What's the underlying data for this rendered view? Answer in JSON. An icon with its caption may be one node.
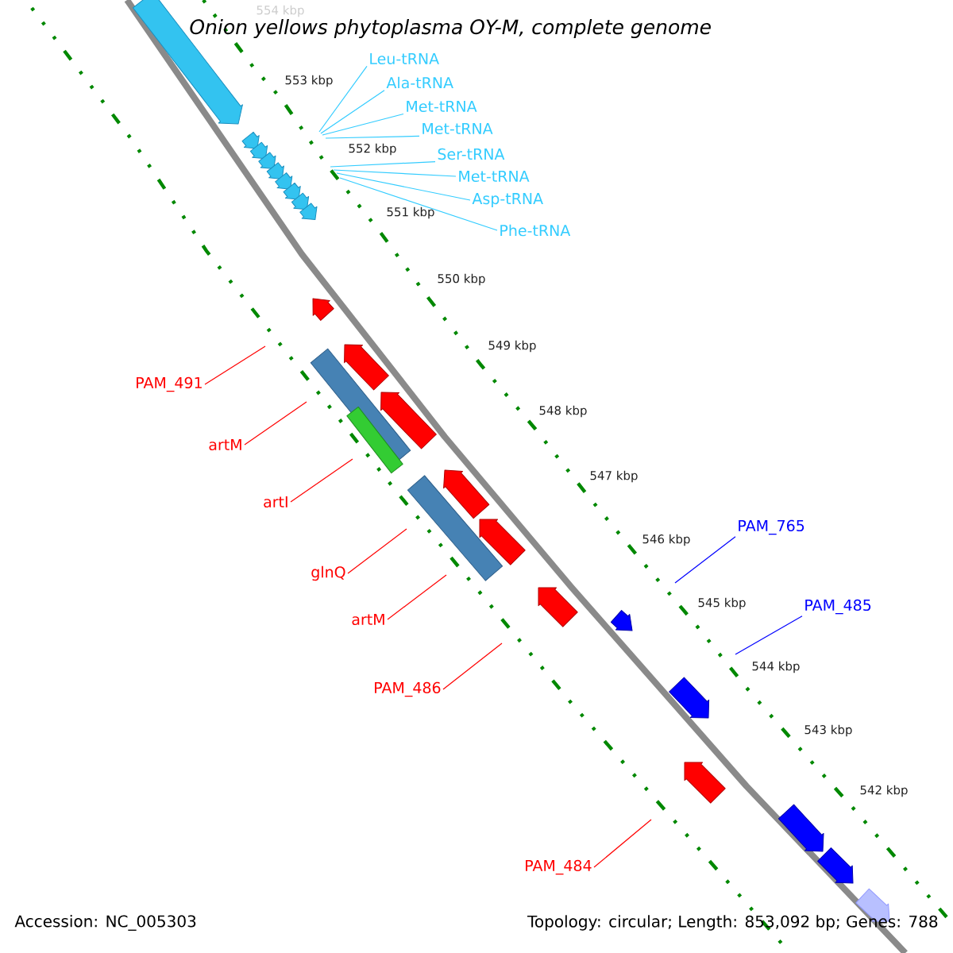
{
  "diagram": {
    "title": "Onion yellows phytoplasma OY-M, complete genome",
    "nodes": [
      {
        "text": [
          "Leu-tRNA"
        ]
      },
      {
        "text": [
          "Ala-tRNA"
        ]
      },
      {
        "text": [
          "Met-tRNA"
        ]
      },
      {
        "text": [
          "Met-tRNA"
        ]
      },
      {
        "text": [
          "Ser-tRNA"
        ]
      },
      {
        "text": [
          "Met-tRNA"
        ]
      },
      {
        "text": [
          "Asp-tRNA"
        ]
      },
      {
        "text": [
          "Phe-tRNA"
        ]
      },
      {
        "text": [
          "PAM_491"
        ]
      },
      {
        "text": [
          "artM"
        ]
      },
      {
        "text": [
          "artI"
        ]
      },
      {
        "text": [
          "glnQ"
        ]
      },
      {
        "text": [
          "artM"
        ]
      },
      {
        "text": [
          "PAM_486"
        ]
      },
      {
        "text": [
          "PAM_484"
        ]
      },
      {
        "text": [
          "PAM_765"
        ]
      },
      {
        "text": [
          "PAM_485"
        ]
      }
    ],
    "edges": [
      {
        "from": 0,
        "to": null,
        "arrow": "none"
      },
      {
        "from": 1,
        "to": null,
        "arrow": "none"
      },
      {
        "from": 2,
        "to": null,
        "arrow": "none"
      },
      {
        "from": 3,
        "to": null,
        "arrow": "none"
      },
      {
        "from": 4,
        "to": null,
        "arrow": "none"
      },
      {
        "from": 5,
        "to": null,
        "arrow": "none"
      },
      {
        "from": 6,
        "to": null,
        "arrow": "none"
      },
      {
        "from": 7,
        "to": null,
        "arrow": "none"
      },
      {
        "from": 8,
        "to": null,
        "arrow": "none",
        "color": "#ff0000"
      },
      {
        "from": 9,
        "to": null,
        "arrow": "none",
        "color": "#ff0000"
      },
      {
        "from": 10,
        "to": null,
        "arrow": "none",
        "color": "#ff0000"
      },
      {
        "from": 11,
        "to": null,
        "arrow": "none",
        "color": "#ff0000"
      },
      {
        "from": 12,
        "to": null,
        "arrow": "none",
        "color": "#ff0000"
      },
      {
        "from": 13,
        "to": null,
        "arrow": "none",
        "color": "#ff0000"
      },
      {
        "from": 14,
        "to": null,
        "arrow": "none",
        "color": "#ff0000"
      },
      {
        "from": 15,
        "to": null,
        "arrow": "none",
        "color": "#0000ff"
      },
      {
        "from": 16,
        "to": null,
        "arrow": "none",
        "color": "#0000ff"
      }
    ],
    "labels": [
      "554 kbp",
      "553 kbp",
      "552 kbp",
      "551 kbp",
      "550 kbp",
      "549 kbp",
      "548 kbp",
      "547 kbp",
      "546 kbp",
      "545 kbp",
      "544 kbp",
      "543 kbp",
      "542 kbp",
      "Accession: NC_005303",
      "Topology: circular; Length: 853,092 bp; Genes: 788"
    ]
  }
}
